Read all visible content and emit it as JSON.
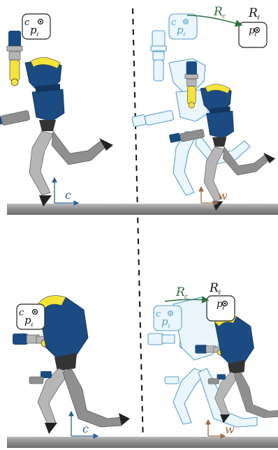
{
  "panels": [
    {
      "id": "top-left",
      "frame_label": "c",
      "point_sup": "c",
      "point_label": "p",
      "point_sub": "ℓ"
    },
    {
      "id": "top-right",
      "frame_label": "w",
      "ghost_sup": "c",
      "ghost_label": "p",
      "ghost_sub": "ℓ",
      "rot_ghost": "R",
      "rot_ghost_sub": "c",
      "rot_robot": "R",
      "rot_robot_sub": "ℓ",
      "robot_point_label": "p",
      "robot_point_sub": "ℓ"
    },
    {
      "id": "bottom-left",
      "frame_label": "c",
      "point_sup": "c",
      "point_label": "p",
      "point_sub": "ℓ"
    },
    {
      "id": "bottom-right",
      "frame_label": "w",
      "ghost_sup": "c",
      "ghost_label": "p",
      "ghost_sub": "ℓ",
      "rot_ghost": "R",
      "rot_ghost_sub": "c",
      "rot_robot": "R",
      "rot_robot_sub": "ℓ",
      "robot_point_label": "p",
      "robot_point_sub": "ℓ"
    }
  ],
  "colors": {
    "robot_blue": "#1b4b82",
    "robot_blue_dark": "#123660",
    "gray_light": "#b6b6b6",
    "gray_mid": "#8f8f8f",
    "gray_dark": "#5f5f5f",
    "yellow": "#f5e23a",
    "ghost_stroke": "#5aa0cf",
    "ghost_fill": "#eaf5fc",
    "arrow_green": "#2f6e3c",
    "frame_blue": "#2b5e9e",
    "frame_brown": "#9a6a45",
    "ground": "#8e8e8e"
  }
}
